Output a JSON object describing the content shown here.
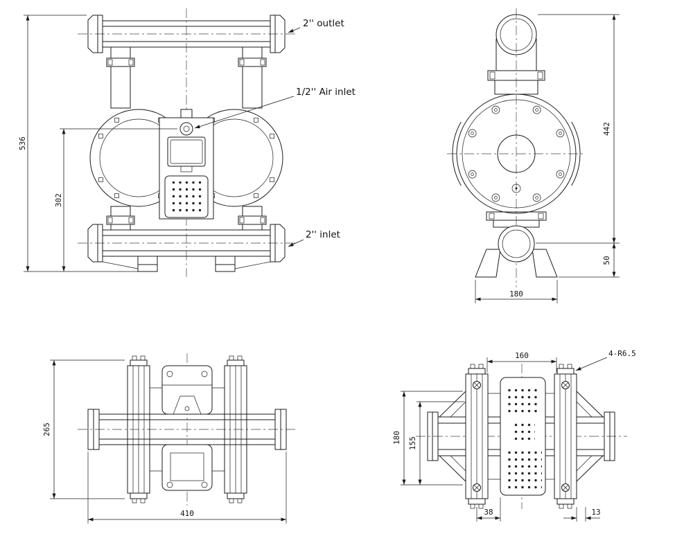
{
  "page": {
    "background": "#ffffff"
  },
  "drawing": {
    "line_color": "#1a1a1a",
    "views": {
      "front": {
        "name": "front-view",
        "labels": {
          "outlet": "2'' outlet",
          "air_inlet": "1/2'' Air inlet",
          "inlet": "2'' inlet"
        },
        "dims": {
          "overall_height": "536",
          "air_inlet_height": "302"
        }
      },
      "side": {
        "name": "side-view",
        "dims": {
          "body_height": "442",
          "foot_height": "50",
          "foot_width": "180"
        }
      },
      "top": {
        "name": "top-view",
        "dims": {
          "depth": "265",
          "overall_width": "410"
        }
      },
      "rear": {
        "name": "rear-view",
        "labels": {
          "corner_radius": "4-R6.5"
        },
        "dims": {
          "top_width": "160",
          "flange_depth": "180",
          "inner_depth": "155",
          "bottom_left_offset": "38",
          "bottom_right_offset": "13"
        }
      }
    }
  }
}
